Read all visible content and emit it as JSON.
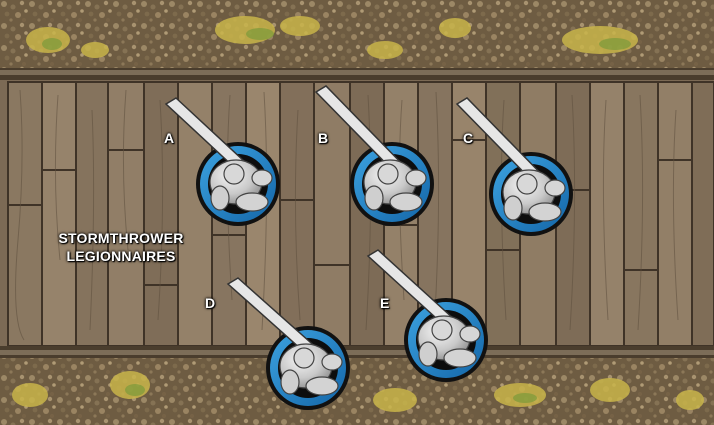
{
  "unit": {
    "name_line1": "STORMTHROWER",
    "name_line2": "LEGIONNAIRES"
  },
  "figures": [
    {
      "letter": "A"
    },
    {
      "letter": "B"
    },
    {
      "letter": "C"
    },
    {
      "letter": "D"
    },
    {
      "letter": "E"
    }
  ],
  "colors": {
    "base_ring": "#1e86c8",
    "plank": "#8d7c66",
    "gravel": "#8a7656",
    "grass": "#c9b54a",
    "label_text": "#ffffff"
  }
}
